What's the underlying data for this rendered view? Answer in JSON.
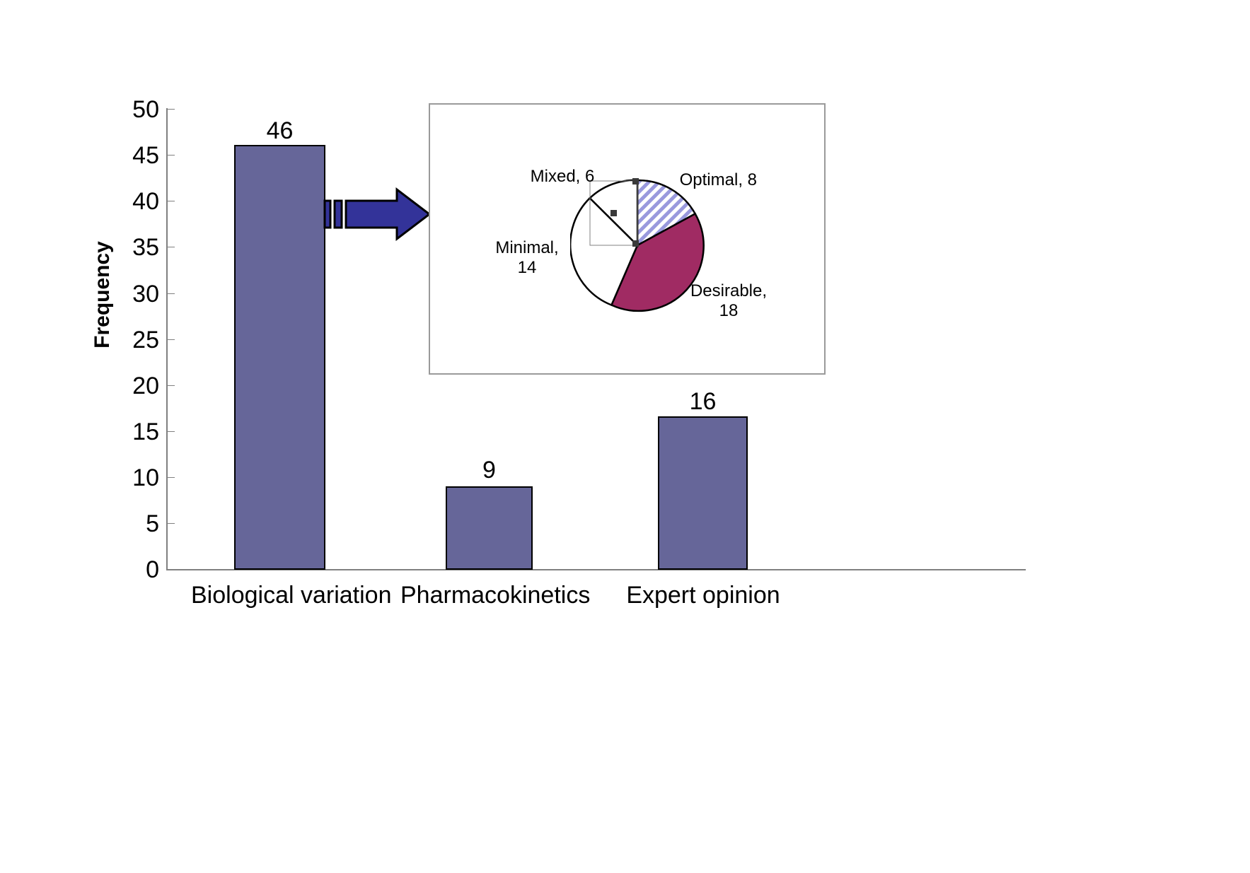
{
  "chart_data": {
    "type": "bar",
    "title": "",
    "xlabel": "",
    "ylabel": "Frequency",
    "categories": [
      "Biological variation",
      "Pharmacokinetics",
      "Expert opinion"
    ],
    "values": [
      46,
      9,
      16
    ],
    "value_labels": [
      "46",
      "9",
      "16"
    ],
    "ylim": [
      0,
      50
    ],
    "yticks": [
      0,
      5,
      10,
      15,
      20,
      25,
      30,
      35,
      40,
      45,
      50
    ],
    "ytick_labels": [
      "0",
      "5",
      "10",
      "15",
      "20",
      "25",
      "30",
      "35",
      "40",
      "45",
      "50"
    ],
    "grid": false,
    "legend": "none",
    "bar_color": "#666699",
    "bar_border_color": "#000000",
    "axis_color": "#808080"
  },
  "inset": {
    "chart_data": {
      "type": "pie",
      "title": "",
      "labels": [
        "Optimal",
        "Desirable",
        "Minimal",
        "Mixed"
      ],
      "values": [
        8,
        18,
        14,
        6
      ],
      "label_texts": [
        "Optimal, 8",
        "Desirable,\n18",
        "Minimal,\n14",
        "Mixed, 6"
      ],
      "slice_colors": [
        "#9999dd",
        "#a02b63",
        "#ffffff",
        "#ffffff"
      ],
      "slice_fill_styles": [
        "diagonal-stripes",
        "solid",
        "solid",
        "solid"
      ],
      "slice_border_color": "#000000",
      "legend": "none"
    },
    "border_color": "#9a9a9a",
    "selected_slice": "Mixed"
  },
  "arrow": {
    "color": "#333399",
    "border_color": "#000000",
    "direction": "right",
    "from": "Biological variation",
    "to": "inset-pie-chart"
  }
}
